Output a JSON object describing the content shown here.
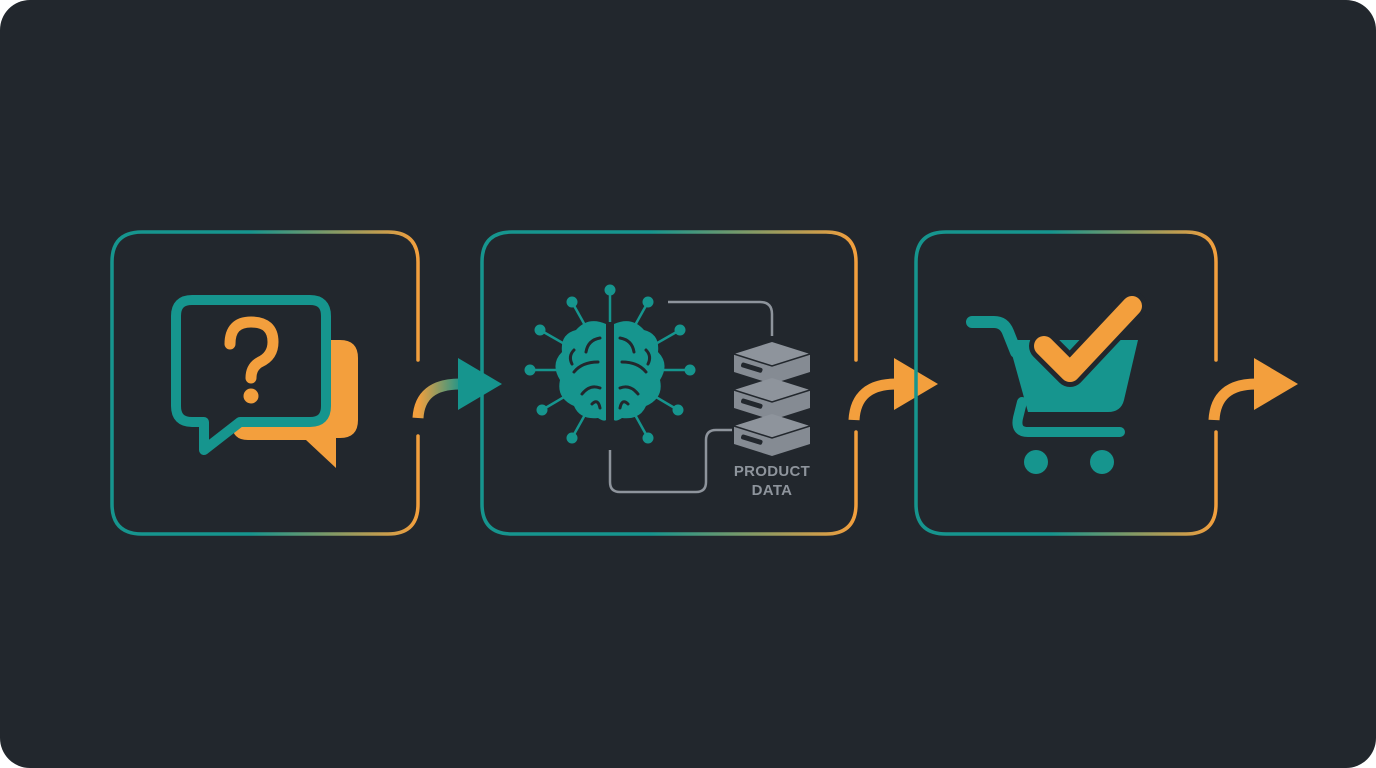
{
  "colors": {
    "background": "#22272d",
    "teal": "#16958e",
    "orange": "#f39f3d",
    "gray": "#8e949c",
    "icon_dark": "#22272d"
  },
  "steps": [
    {
      "id": "question",
      "icon": "question-chat-icon"
    },
    {
      "id": "processing",
      "icons": [
        "brain-network-icon",
        "database-icon"
      ],
      "data_label_line1": "PRODUCT",
      "data_label_line2": "DATA"
    },
    {
      "id": "purchase",
      "icon": "cart-check-icon"
    }
  ],
  "connectors": [
    "arrow-1-2",
    "arrow-2-3",
    "arrow-3-out"
  ]
}
